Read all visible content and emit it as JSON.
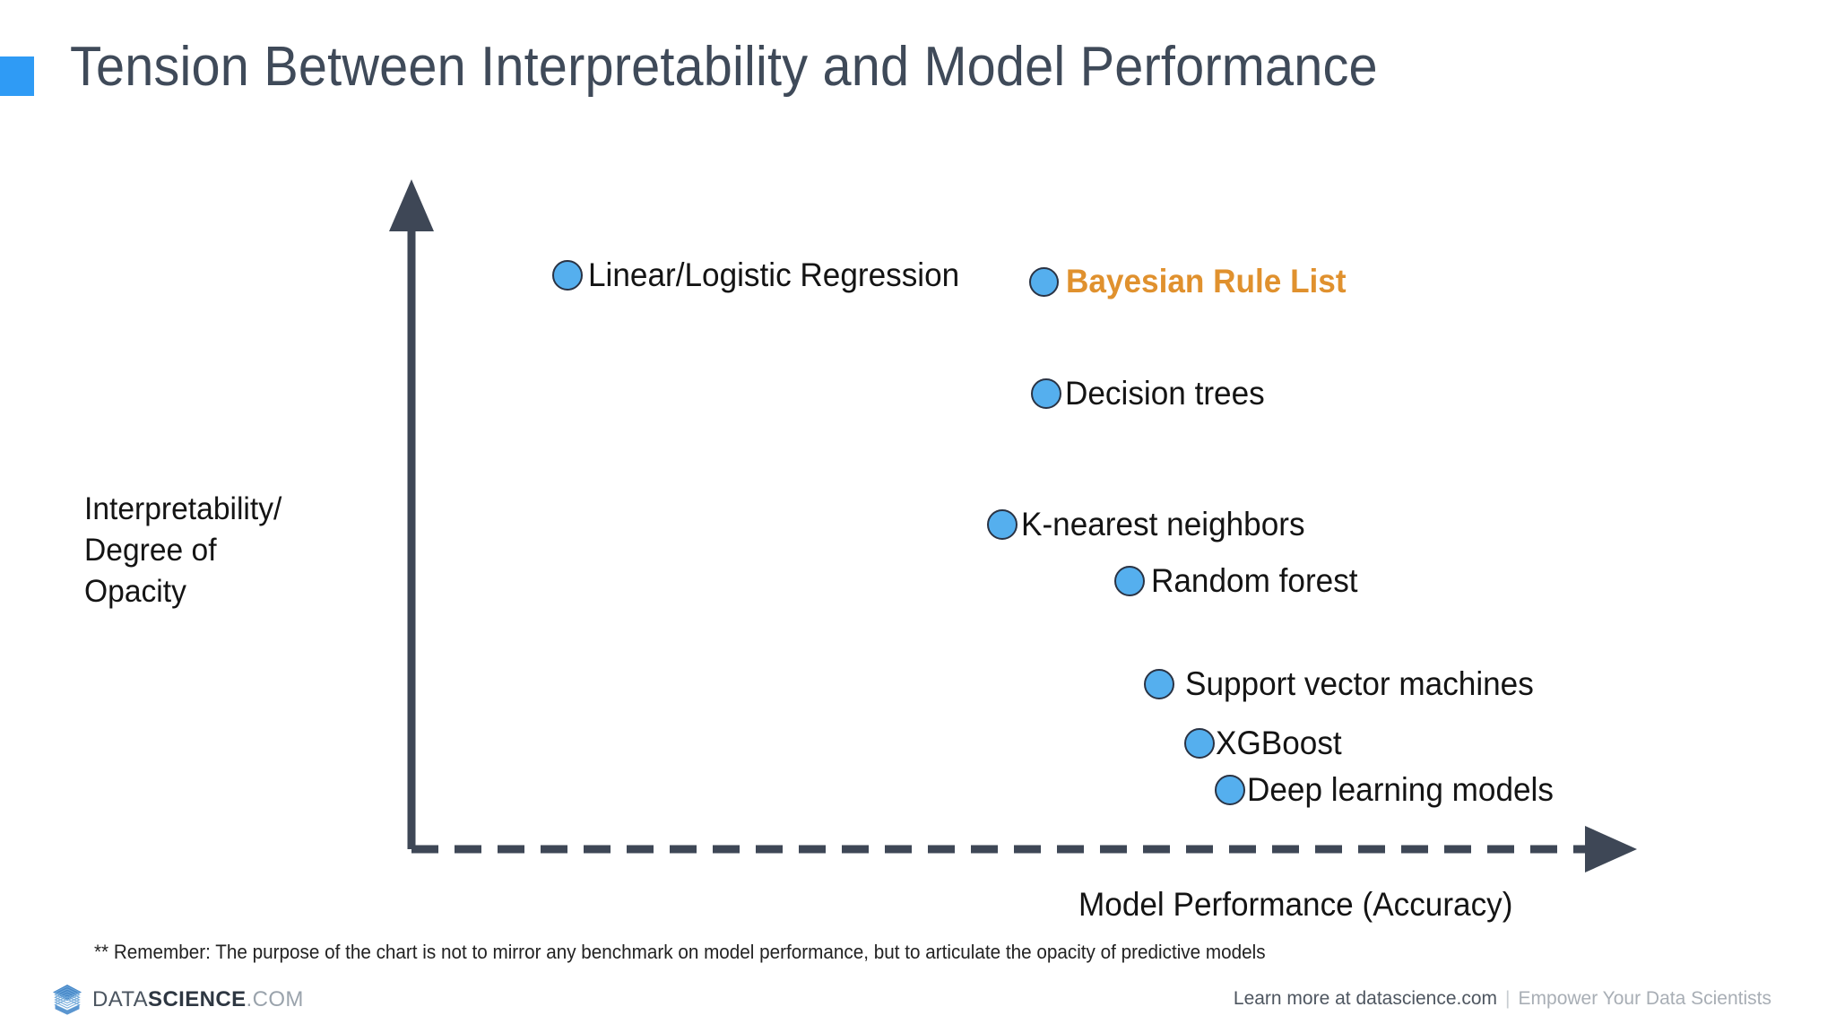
{
  "slide": {
    "title": "Tension Between Interpretability and Model Performance",
    "accent_color": "#2F9BF5",
    "title_color": "#3F4A59",
    "background": "#FFFFFF"
  },
  "chart_data": {
    "type": "scatter",
    "title": "Tension Between Interpretability and Model Performance",
    "xlabel": "Model Performance (Accuracy)",
    "ylabel": "Interpretability/ Degree of Opacity",
    "ylabel_lines": [
      "Interpretability/",
      "Degree of",
      "Opacity"
    ],
    "grid": false,
    "legend": "none",
    "axes": {
      "x_axis_style": "dashed-arrow",
      "y_axis_style": "solid-arrow",
      "x_ticks": [],
      "y_ticks": [],
      "note": "Qualitative conceptual axes, no numeric scale"
    },
    "point_color": "#55AFEE",
    "point_border_color": "#2A3344",
    "highlight_color": "#E0912E",
    "points": [
      {
        "label": "Linear/Logistic Regression",
        "x": 0.1,
        "y": 0.93,
        "highlight": false
      },
      {
        "label": "Bayesian Rule List",
        "x": 0.42,
        "y": 0.92,
        "highlight": true
      },
      {
        "label": "Decision trees",
        "x": 0.42,
        "y": 0.79,
        "highlight": false
      },
      {
        "label": "K-nearest neighbors",
        "x": 0.37,
        "y": 0.64,
        "highlight": false
      },
      {
        "label": "Random forest",
        "x": 0.45,
        "y": 0.58,
        "highlight": false
      },
      {
        "label": "Support vector machines",
        "x": 0.47,
        "y": 0.45,
        "highlight": false
      },
      {
        "label": "XGBoost",
        "x": 0.5,
        "y": 0.39,
        "highlight": false
      },
      {
        "label": "Deep learning models",
        "x": 0.52,
        "y": 0.33,
        "highlight": false
      }
    ]
  },
  "footnote": "** Remember: The purpose of the chart is not to mirror any benchmark on model performance, but to articulate the opacity of predictive models",
  "footer": {
    "logo_icon": "stacked-layers-hexagon-icon",
    "logo_part1": "DATA",
    "logo_part2": "SCIENCE",
    "logo_part3": ".COM",
    "learn_more": "Learn more at datascience.com",
    "separator": "|",
    "tagline": "Empower Your Data Scientists"
  }
}
